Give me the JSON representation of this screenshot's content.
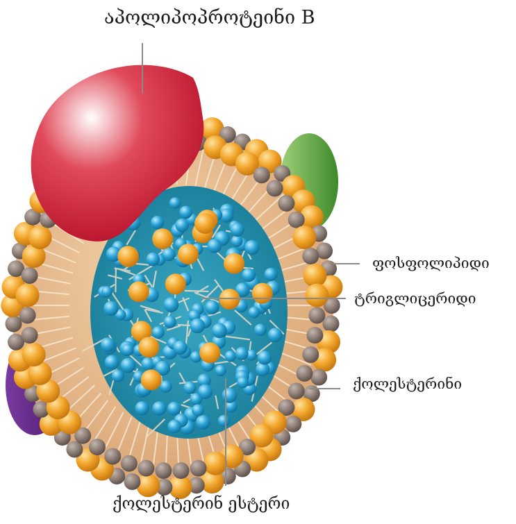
{
  "labels": {
    "apolipoprotein": "აპოლიპოპროტეინი B",
    "phospholipid": "ფოსფოლიპიდი",
    "triglyceride": "ტრიგლიცერიდი",
    "cholesterol": "ქოლესტერინი",
    "cholesterol_ester": "ქოლესტერინ ესტერი"
  },
  "colors": {
    "apoB": "#c8162f",
    "green_protein": "#5aa83c",
    "purple_protein": "#6b2a8c",
    "shell": "#e3b07e",
    "phospholipid_head": "#8a7a72",
    "cholesterol": "#f0a020",
    "triglyceride": "#2a9fd0",
    "core": "#1a7f9e"
  }
}
